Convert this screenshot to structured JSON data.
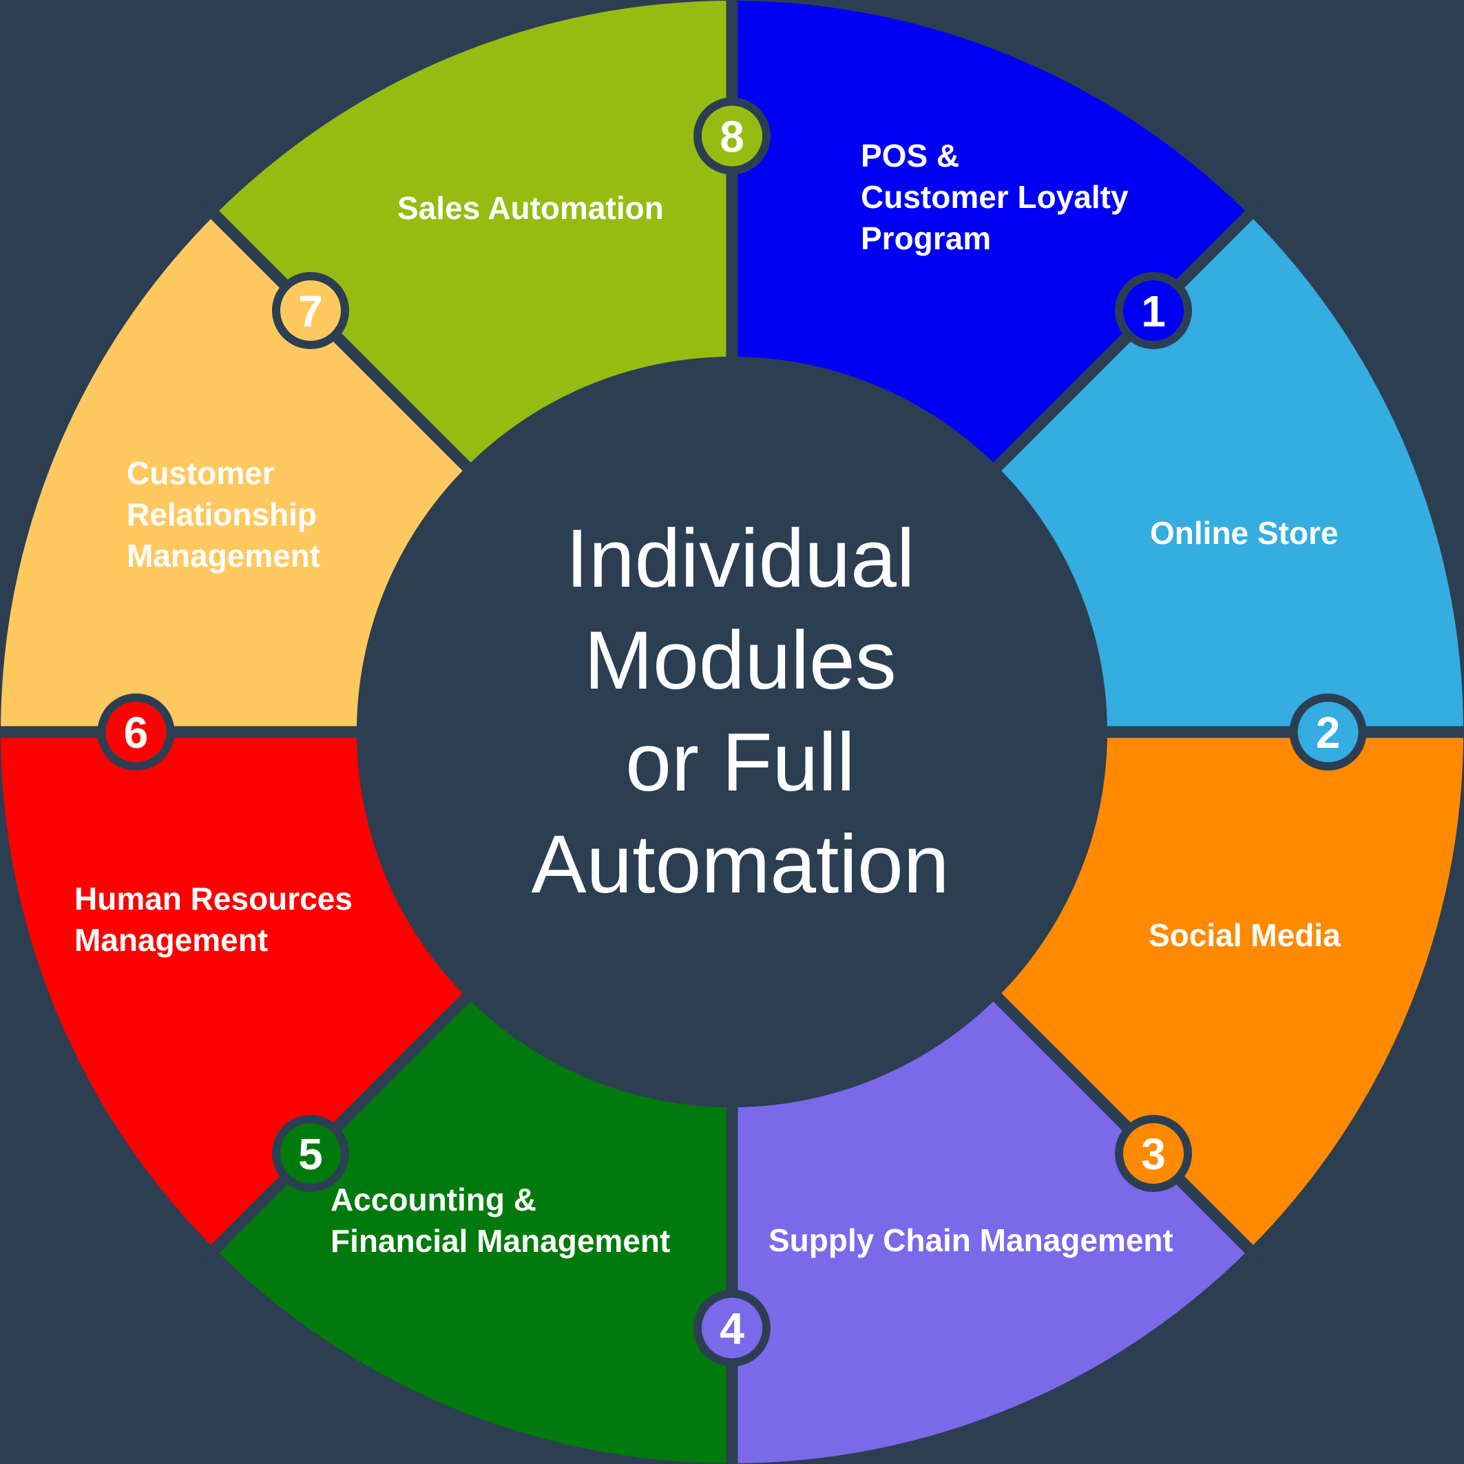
{
  "colors": {
    "background": "#2c3e52",
    "text": "#ffffff"
  },
  "center": {
    "lines": [
      "Individual",
      "Modules",
      "or Full",
      "Automation"
    ]
  },
  "segments": [
    {
      "number": "1",
      "lines": [
        "POS &",
        "Customer Loyalty",
        "Program"
      ],
      "color": "#0000f5"
    },
    {
      "number": "2",
      "lines": [
        "Online Store"
      ],
      "color": "#35ade0"
    },
    {
      "number": "3",
      "lines": [
        "Social Media"
      ],
      "color": "#ff8a00"
    },
    {
      "number": "4",
      "lines": [
        "Supply Chain Management"
      ],
      "color": "#7b69ea"
    },
    {
      "number": "5",
      "lines": [
        "Accounting &",
        "Financial Management"
      ],
      "color": "#007a0c"
    },
    {
      "number": "6",
      "lines": [
        "Human Resources",
        "Management"
      ],
      "color": "#ff0000"
    },
    {
      "number": "7",
      "lines": [
        "Customer",
        "Relationship",
        "Management"
      ],
      "color": "#ffc95f"
    },
    {
      "number": "8",
      "lines": [
        "Sales Automation"
      ],
      "color": "#96bc12"
    }
  ]
}
